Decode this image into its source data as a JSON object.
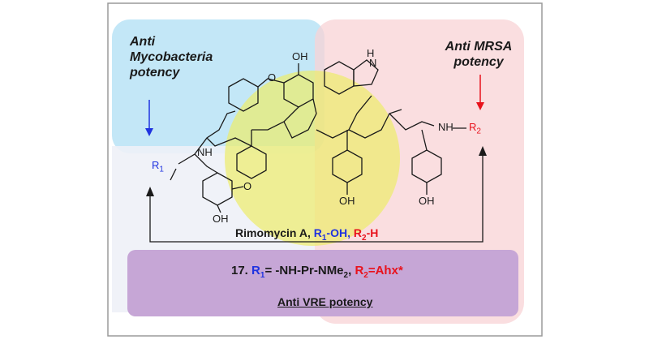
{
  "colors": {
    "blue_region": "#b9e3f6",
    "pink_region": "#f8d3d6",
    "yellow_region": "#eded6a",
    "purple_box": "#c6a6d6",
    "blue_arrow": "#1f33e0",
    "red_arrow": "#e8121c",
    "frame": "#9a9a9a"
  },
  "labels": {
    "anti_myco": [
      "Anti",
      "Mycobacteria",
      "potency"
    ],
    "anti_mrsa": [
      "Anti MRSA",
      "potency"
    ],
    "r1": "R",
    "r1_sub": "1",
    "r2_sub": "2",
    "nh_r2": "NH",
    "oh": "OH",
    "nh": "NH",
    "h": "H",
    "n": "N",
    "o": "O",
    "compound": "Rimomycin A,",
    "compound_r1": "R",
    "compound_r1_sub": "1",
    "compound_r1_val": "-OH,",
    "compound_r2": "R",
    "compound_r2_sub": "2",
    "compound_r2_val": "-H",
    "analog_prefix": "17. ",
    "analog_r1": "R",
    "analog_r1_sub": "1",
    "analog_r1_val": "= -NH-Pr-NMe",
    "analog_r1_val_sub": "2",
    "analog_sep": ", ",
    "analog_r2": "R",
    "analog_r2_sub": "2",
    "analog_r2_val": "=Ahx*",
    "anti_vre": "Anti VRE potency"
  }
}
